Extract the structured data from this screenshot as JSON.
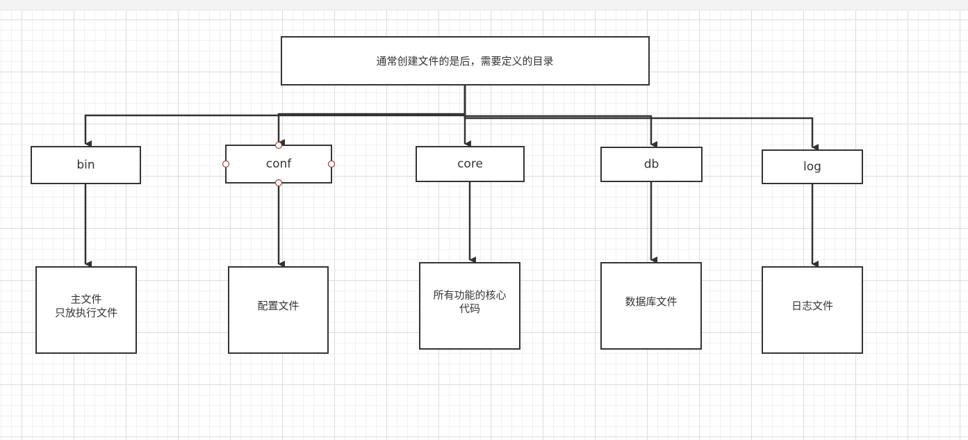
{
  "diagram": {
    "root": {
      "label": "通常创建文件的是后，需要定义的目录"
    },
    "dirs": [
      {
        "label": "bin",
        "desc": [
          "主文件",
          "只放执行文件"
        ]
      },
      {
        "label": "conf",
        "desc": [
          "配置文件"
        ]
      },
      {
        "label": "core",
        "desc": [
          "所有功能的核心",
          "代码"
        ]
      },
      {
        "label": "db",
        "desc": [
          "数据库文件"
        ]
      },
      {
        "label": "log",
        "desc": [
          "日志文件"
        ]
      }
    ],
    "selected_dir": "conf"
  },
  "colors": {
    "stroke": "#333333",
    "text": "#333333",
    "grid_major": "#dcdcdc",
    "grid_minor": "#f0f0f0",
    "handle": "#a04040"
  }
}
